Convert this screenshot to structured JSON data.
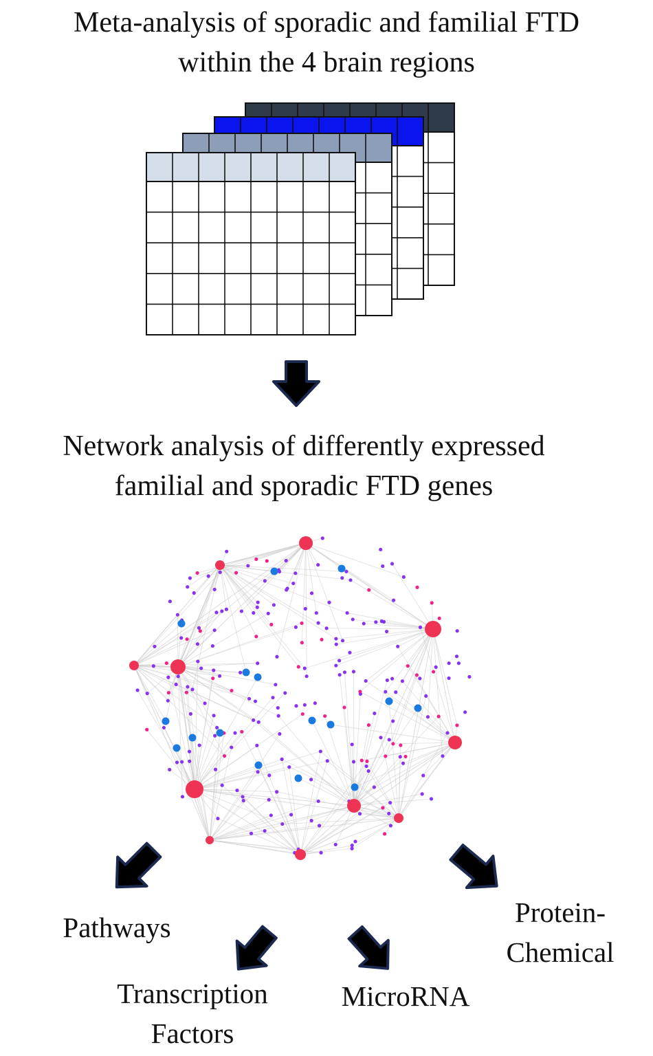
{
  "meta_title": {
    "line1": "Meta-analysis of sporadic and familial FTD",
    "line2": "within the 4 brain regions"
  },
  "network_title": {
    "line1": "Network analysis of differently expressed",
    "line2": "familial and sporadic FTD genes"
  },
  "outputs": {
    "pathways": "Pathways",
    "transcription_line1": "Transcription",
    "transcription_line2": "Factors",
    "microrna": "MicroRNA",
    "protein_line1": "Protein-",
    "protein_line2": "Chemical"
  },
  "colors": {
    "layer_dark": "#2f3a4a",
    "layer_blue": "#0a14ee",
    "layer_slate": "#8d9fb8",
    "layer_light": "#d5dde8",
    "node_hub": "#ee3355",
    "node_pink": "#ee2288",
    "node_purple": "#8833ee",
    "node_blue": "#1a7ae0",
    "arrow": "#000000",
    "arrow_outline": "#1c2a50"
  },
  "icons": [
    "down-arrow-icon",
    "output-arrow-icon"
  ]
}
